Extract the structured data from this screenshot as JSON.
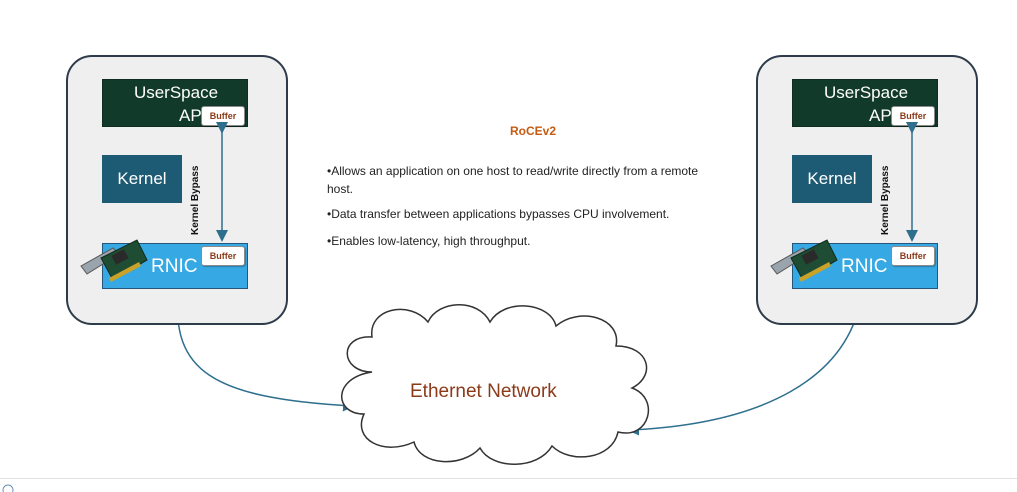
{
  "hosts": [
    {
      "app_line1": "UserSpace",
      "app_line2": "APP",
      "app_buffer": "Buffer",
      "kernel": "Kernel",
      "bypass": "Kernel Bypass",
      "rnic": "RNIC",
      "rnic_buffer": "Buffer"
    },
    {
      "app_line1": "UserSpace",
      "app_line2": "APP",
      "app_buffer": "Buffer",
      "kernel": "Kernel",
      "bypass": "Kernel Bypass",
      "rnic": "RNIC",
      "rnic_buffer": "Buffer"
    }
  ],
  "info": {
    "title": "RoCEv2",
    "bullets": [
      "•Allows an application on one host to read/write directly from a remote host.",
      "•Data transfer between applications bypasses CPU involvement.",
      "•Enables low-latency, high throughput."
    ]
  },
  "network": {
    "label": "Ethernet Network"
  },
  "colors": {
    "host_fill": "#efefef",
    "app_fill": "#113a2a",
    "kernel_fill": "#1d5a73",
    "rnic_fill": "#36a8e3",
    "accent": "#c55a11",
    "arrow": "#2e6f8e"
  }
}
